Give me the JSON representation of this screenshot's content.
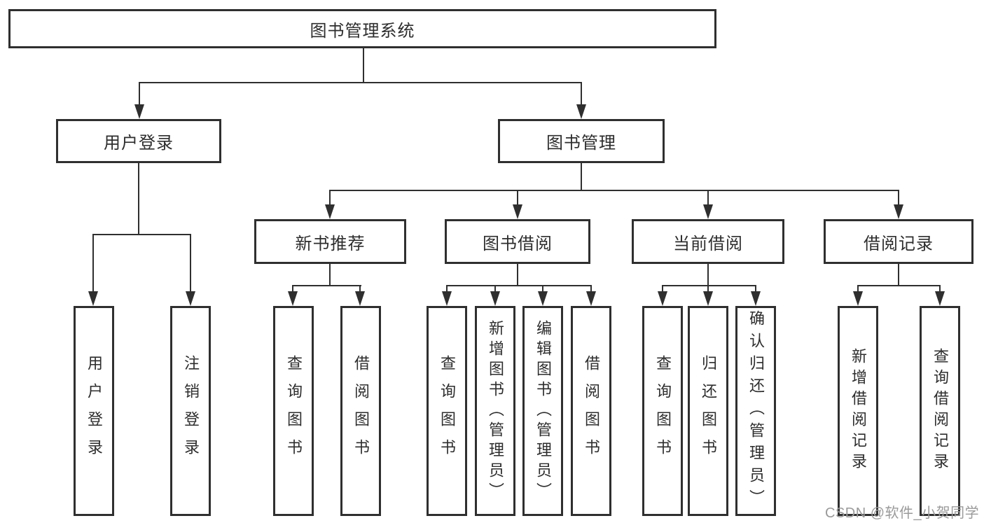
{
  "diagram": {
    "root": {
      "label": "图书管理系统"
    },
    "level2": [
      {
        "label": "用户登录"
      },
      {
        "label": "图书管理"
      }
    ],
    "level3": [
      {
        "label": "新书推荐"
      },
      {
        "label": "图书借阅"
      },
      {
        "label": "当前借阅"
      },
      {
        "label": "借阅记录"
      }
    ],
    "leaves": {
      "user_login": [
        {
          "label": "用户登录"
        },
        {
          "label": "注销登录"
        }
      ],
      "new_books": [
        {
          "label": "查询图书"
        },
        {
          "label": "借阅图书"
        }
      ],
      "book_borrow": [
        {
          "label": "查询图书"
        },
        {
          "label": "新增图书（管理员）"
        },
        {
          "label": "编辑图书（管理员）"
        },
        {
          "label": "借阅图书"
        }
      ],
      "current_borrow": [
        {
          "label": "查询图书"
        },
        {
          "label": "归还图书"
        },
        {
          "label": "确认归还（管理员）"
        }
      ],
      "borrow_records": [
        {
          "label": "新增借阅记录"
        },
        {
          "label": "查询借阅记录"
        }
      ]
    }
  },
  "watermark": {
    "text": "CSDN @软件_小贺同学"
  },
  "colors": {
    "line": "#2f2f2f",
    "text": "#2d2d2d",
    "background": "#ffffff",
    "watermark": "#9a9a9a"
  }
}
